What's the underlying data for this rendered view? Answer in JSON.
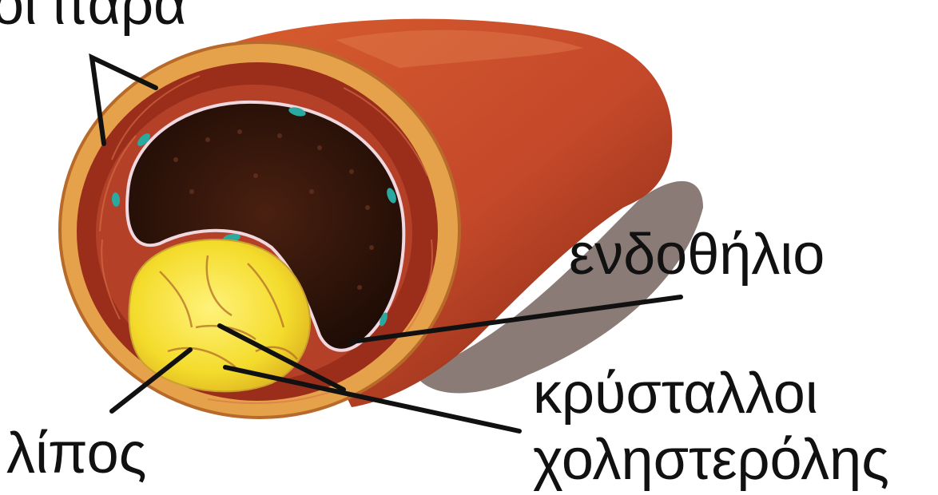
{
  "labels": {
    "top_partial": "οι ιτάρα",
    "endothelium": "ενδοθήλιο",
    "crystals_line1": "κρύσταλλοι",
    "crystals_line2": "χοληστερόλης",
    "fat": "λίπος"
  },
  "colors": {
    "vessel_outer": "#c8502a",
    "vessel_dark": "#8a2a14",
    "wall_rim": "#e6a24a",
    "lumen": "#3a1a0c",
    "plaque_yellow": "#f5e23a",
    "endothelium_blue": "#2aa9a0",
    "leader_line": "#111111"
  }
}
